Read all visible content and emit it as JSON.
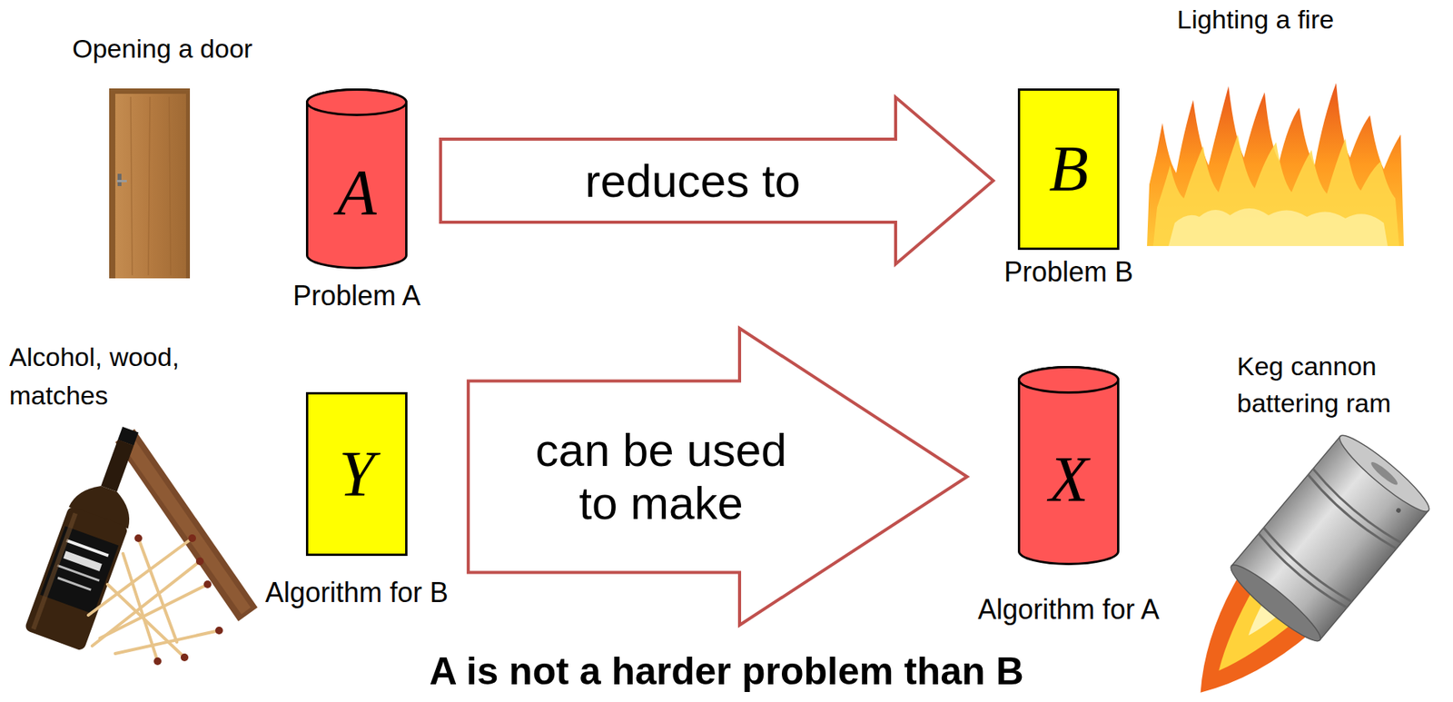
{
  "diagram": {
    "caption": "A is not a harder problem than B",
    "nodes": [
      {
        "text": [
          "A",
          "Problem A"
        ]
      },
      {
        "text": [
          "B",
          "Problem B"
        ]
      },
      {
        "text": [
          "Y",
          "Algorithm for B"
        ]
      },
      {
        "text": [
          "X",
          "Algorithm for A"
        ]
      }
    ],
    "edges": [
      {
        "from": 0,
        "to": 1,
        "arrow": "to",
        "label": "reduces to"
      },
      {
        "from": 2,
        "to": 3,
        "arrow": "to",
        "label": "can be used to make"
      }
    ],
    "labels": [
      "Opening a door",
      "Lighting a fire",
      "Alcohol, wood, matches",
      "Keg cannon battering ram"
    ]
  }
}
